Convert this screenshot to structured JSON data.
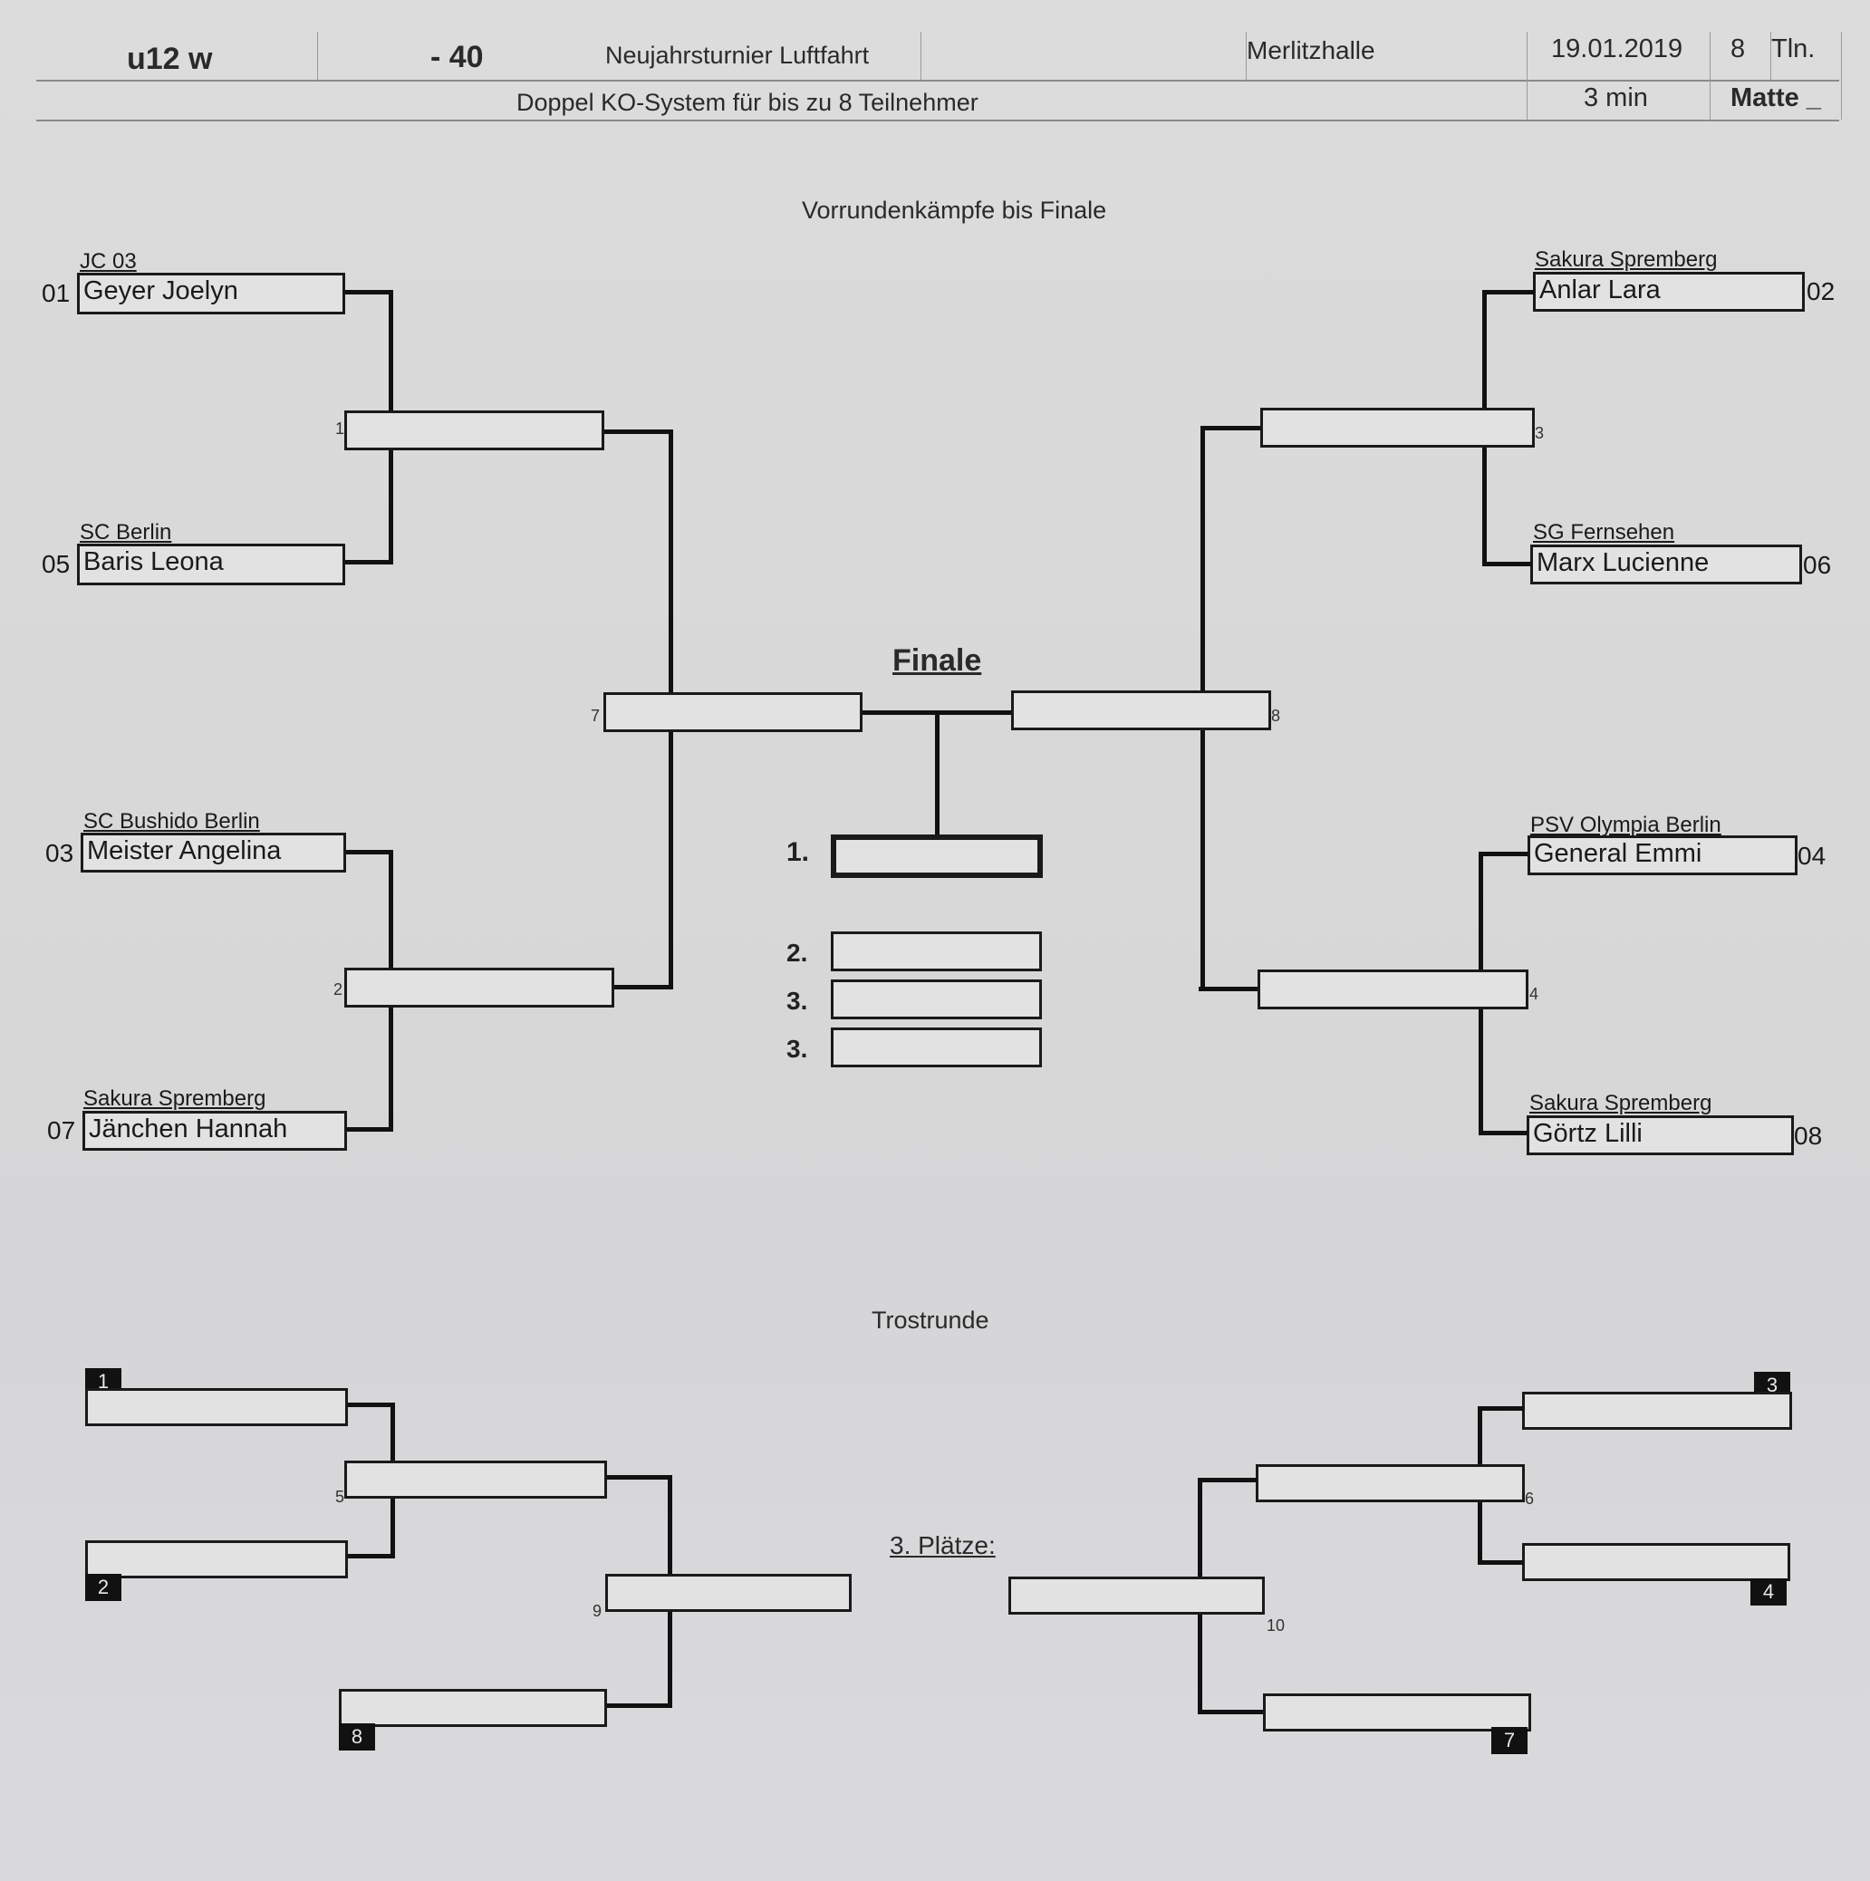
{
  "header": {
    "age_class": "u12 w",
    "weight_class": "- 40",
    "tournament": "Neujahrsturnier Luftfahrt",
    "venue": "Merlitzhalle",
    "date": "19.01.2019",
    "participants_count": "8",
    "participants_label": "Tln.",
    "system": "Doppel KO-System für bis zu 8 Teilnehmer",
    "duration": "3 min",
    "mat": "Matte _"
  },
  "main_bracket": {
    "title": "Vorrundenkämpfe bis Finale",
    "final_title": "Finale",
    "competitors": [
      {
        "seed": "01",
        "club": "JC 03",
        "name": "Geyer Joelyn"
      },
      {
        "seed": "05",
        "club": "SC Berlin",
        "name": "Baris Leona"
      },
      {
        "seed": "03",
        "club": "SC Bushido Berlin",
        "name": "Meister Angelina"
      },
      {
        "seed": "07",
        "club": "Sakura Spremberg",
        "name": "Jänchen  Hannah"
      },
      {
        "seed": "02",
        "club": "Sakura Spremberg",
        "name": "Anlar  Lara"
      },
      {
        "seed": "06",
        "club": "SG Fernsehen",
        "name": "Marx Lucienne"
      },
      {
        "seed": "04",
        "club": "PSV Olympia Berlin",
        "name": "General Emmi"
      },
      {
        "seed": "08",
        "club": "Sakura Spremberg",
        "name": "Görtz  Lilli"
      }
    ],
    "match_numbers": {
      "m1": "1",
      "m2": "2",
      "m3": "3",
      "m4": "4",
      "m7": "7",
      "m8": "8"
    },
    "placings": [
      {
        "label": "1.",
        "value": ""
      },
      {
        "label": "2.",
        "value": ""
      },
      {
        "label": "3.",
        "value": ""
      },
      {
        "label": "3.",
        "value": ""
      }
    ]
  },
  "repechage": {
    "title": "Trostrunde",
    "third_places_label": "3. Plätze:",
    "badges": {
      "b1": "1",
      "b2": "2",
      "b3": "3",
      "b4": "4",
      "b7": "7",
      "b8": "8"
    },
    "match_numbers": {
      "m5": "5",
      "m6": "6",
      "m9": "9",
      "m10": "10"
    }
  }
}
